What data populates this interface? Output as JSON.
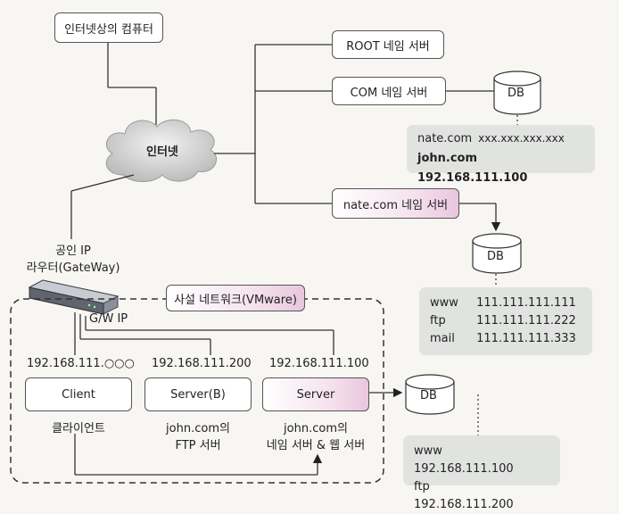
{
  "nodes": {
    "internet_computer": "인터넷상의 컴퓨터",
    "internet": "인터넷",
    "root_ns": "ROOT 네임 서버",
    "com_ns": "COM 네임 서버",
    "nate_ns": "nate.com 네임 서버",
    "router_line1": "공인 IP",
    "router_line2": "라우터(GateWay)",
    "private_net": "사설 네트워크(VMware)",
    "gw_ip": "G/W IP",
    "client": "Client",
    "server_b": "Server(B)",
    "server": "Server"
  },
  "ips": {
    "client": "192.168.111.○○○",
    "server_b": "192.168.111.200",
    "server": "192.168.111.100"
  },
  "captions": {
    "client": "클라이언트",
    "server_b_1": "john.com의",
    "server_b_2": "FTP 서버",
    "server_1": "john.com의",
    "server_2": "네임 서버 & 웹 서버"
  },
  "db_labels": {
    "com": "DB",
    "nate": "DB",
    "local": "DB"
  },
  "com_db_records": [
    {
      "name": "nate.com",
      "ip": "xxx.xxx.xxx.xxx",
      "bold": false
    },
    {
      "name": "john.com",
      "ip": "192.168.111.100",
      "bold": true
    }
  ],
  "nate_db_records": [
    {
      "name": "www",
      "ip": "111.111.111.111"
    },
    {
      "name": "ftp",
      "ip": "111.111.111.222"
    },
    {
      "name": "mail",
      "ip": "111.111.111.333"
    }
  ],
  "local_db_records": [
    {
      "name": "www",
      "ip": "192.168.111.100"
    },
    {
      "name": "ftp",
      "ip": "192.168.111.200"
    }
  ]
}
